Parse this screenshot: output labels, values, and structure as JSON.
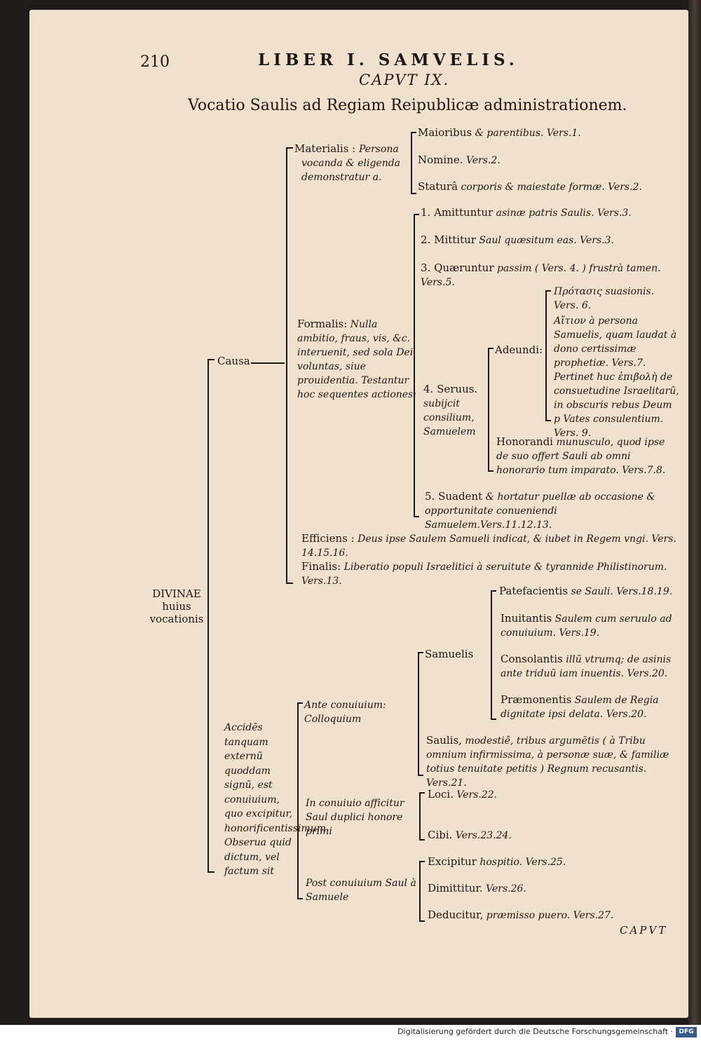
{
  "header": {
    "page_number": "210",
    "running_head": "LIBER I. SAMVELIS.",
    "chapter": "CAPVT IX.",
    "title": "Vocatio Saulis ad Regiam Reipublicæ administrationem."
  },
  "root": {
    "label": "DIVINAE huius vocationis"
  },
  "causa": {
    "label": "Causa",
    "materialis": {
      "label": "Materialis :",
      "desc": "Persona vocanda & eligenda demonstratur a.",
      "items": [
        {
          "rom": "Maioribus",
          "it": "& parentibus. Vers.1."
        },
        {
          "rom": "Nomine.",
          "it": "Vers.2."
        },
        {
          "rom": "Staturâ",
          "it": "corporis & maiestate formæ. Vers.2."
        }
      ]
    },
    "formalis": {
      "label": "Formalis:",
      "desc": "Nulla ambitio, fraus, vis, &c. interuenit, sed sola Dei voluntas, siue prouidentia. Testantur hoc sequentes actiones:",
      "items": [
        {
          "rom": "1. Amittuntur",
          "it": "asinæ patris Saulis. Vers.3."
        },
        {
          "rom": "2. Mittitur",
          "it": "Saul quæsitum eas. Vers.3."
        },
        {
          "rom": "3. Quæruntur",
          "it": "passim ( Vers. 4. ) frustrà tamen. Vers.5."
        }
      ],
      "seruus": {
        "label": "4. Seruus.",
        "desc": "subijcit consilium, Samuelem",
        "adeundi": {
          "label": "Adeundi:",
          "items": [
            "Πρότασις suasionis. Vers. 6.",
            "Αἴτιον à persona Samuelis, quam laudat à dono certissimæ prophetiæ. Vers.7. Pertinet huc ἐπιβολὴ de consuetudine Israelitarũ, in obscuris rebus Deum p Vates consulentium. Vers. 9."
          ]
        },
        "honorandi": {
          "rom": "Honorandi",
          "it": "munusculo, quod ipse de suo offert Sauli ab omni honorario tum imparato. Vers.7.8."
        }
      },
      "item5": {
        "rom": "5. Suadent",
        "it": "& hortatur puellæ ab occasione & opportunitate conueniendi Samuelem.Vers.11.12.13."
      }
    },
    "efficiens": {
      "label": "Efficiens :",
      "desc": "Deus ipse Saulem Samueli indicat, & iubet in Regem vngi. Vers. 14.15.16."
    },
    "finalis": {
      "label": "Finalis:",
      "desc": "Liberatio populi Israelitici à seruitute & tyrannide Philistinorum. Vers.13."
    }
  },
  "accidens": {
    "label": "Accidēs tanquam externũ quoddam signũ, est conuiuium, quo excipitur, honorificentissimum. Obserua quid dictum, vel factum sit",
    "ante": {
      "label": "Ante conuiuium: Colloquium",
      "samuelis": {
        "label": "Samuelis",
        "items": [
          {
            "rom": "Patefacientis",
            "it": "se Sauli. Vers.18.19."
          },
          {
            "rom": "Inuitantis",
            "it": "Saulem cum seruulo ad conuiuium. Vers.19."
          },
          {
            "rom": "Consolantis",
            "it": "illũ vtrumq; de asinis ante triduũ iam inuentis. Vers.20."
          },
          {
            "rom": "Præmonentis",
            "it": "Saulem de Regia dignitate ipsi delata. Vers.20."
          }
        ]
      },
      "saulis": {
        "rom": "Saulis,",
        "it": "modestiê, tribus argumētis ( à Tribu omnium infirmissima, à personæ suæ, & familiæ totius tenuitate petitis ) Regnum recusantis. Vers.21."
      }
    },
    "in_conuiuio": {
      "label": "In conuiuio afficitur Saul duplici honore primi",
      "items": [
        {
          "rom": "Loci.",
          "it": "Vers.22."
        },
        {
          "rom": "Cibi.",
          "it": "Vers.23.24."
        }
      ]
    },
    "post": {
      "label": "Post conuiuium Saul à Samuele",
      "items": [
        {
          "rom": "Excipitur",
          "it": "hospitio. Vers.25."
        },
        {
          "rom": "Dimittitur.",
          "it": "Vers.26."
        },
        {
          "rom": "Deducitur,",
          "it": "præmisso puero. Vers.27."
        }
      ]
    }
  },
  "catchword": "CAPVT",
  "footer": {
    "text": "Digitalisierung gefördert durch die Deutsche Forschungsgemeinschaft ·",
    "logo": "DFG"
  }
}
